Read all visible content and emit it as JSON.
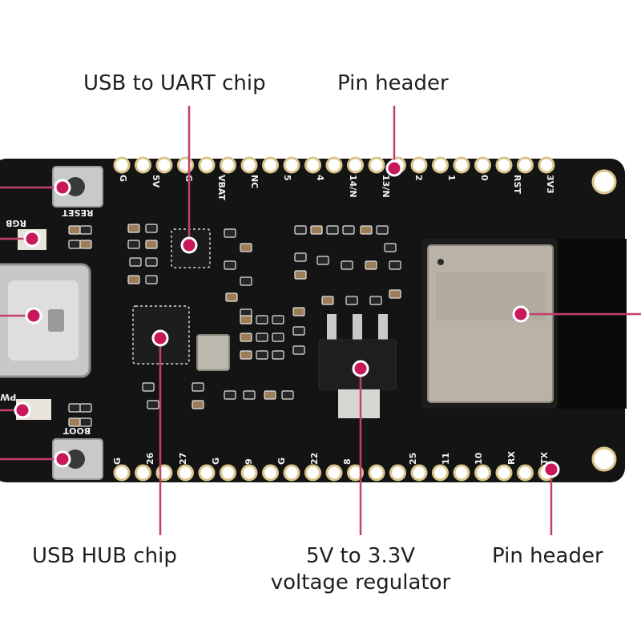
{
  "callouts": {
    "usb_uart": "USB to UART chip",
    "pin_header_top": "Pin header",
    "usb_hub": "USB HUB chip",
    "regulator_line1": "5V to 3.3V",
    "regulator_line2": "voltage regulator",
    "pin_header_bottom": "Pin header"
  },
  "silkscreen": {
    "top_pins": [
      "G",
      "5V",
      "G",
      "VBAT",
      "NC",
      "5",
      "4",
      "14/N",
      "13/N",
      "2",
      "1",
      "0",
      "RST",
      "3V3"
    ],
    "bottom_pins": [
      "G",
      "26",
      "27",
      "G",
      "9",
      "G",
      "22",
      "8",
      "",
      "25",
      "11",
      "10",
      "RX",
      "TX"
    ],
    "reset": "RESET",
    "rgb": "RGB",
    "boot": "BOOT",
    "pwr": "PWR"
  },
  "colors": {
    "board": "#141414",
    "pad_gold": "#d9c58a",
    "callout_line": "#c2406e",
    "callout_dot": "#c8185a"
  }
}
